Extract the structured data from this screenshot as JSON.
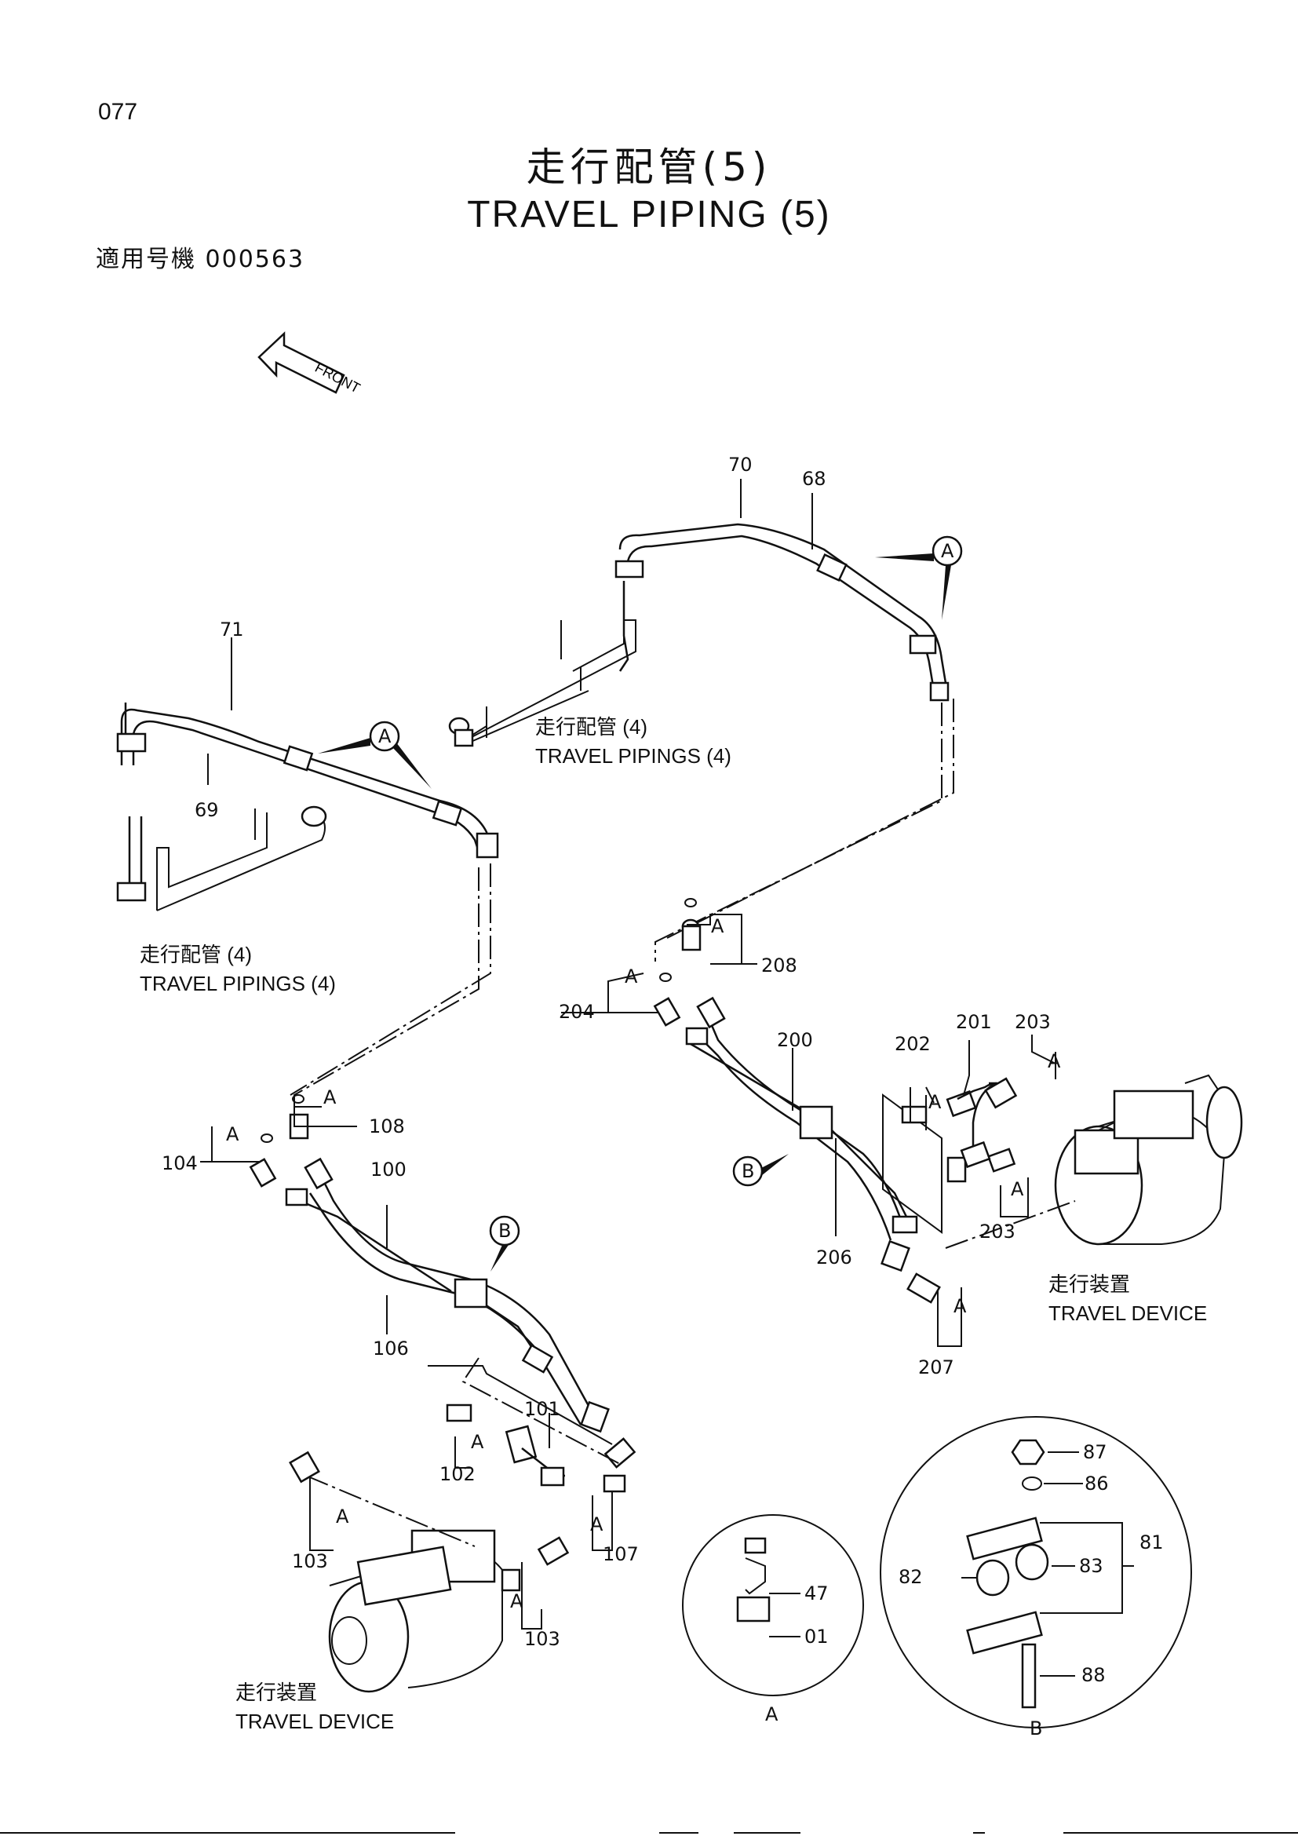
{
  "page_number": "077",
  "title_ja": "走行配管(5)",
  "title_en": "TRAVEL   PIPING (5)",
  "serial": "適用号機 000563",
  "front_label": "FRONT",
  "references": {
    "travel_pipings_4_ja": "走行配管 (4)",
    "travel_pipings_4_en": "TRAVEL PIPINGS (4)",
    "travel_device_ja": "走行装置",
    "travel_device_en": "TRAVEL DEVICE"
  },
  "callout_letters": {
    "a": "A",
    "b": "B"
  },
  "part_numbers": {
    "p70": "70",
    "p68": "68",
    "p71": "71",
    "p69": "69",
    "p208": "208",
    "p204": "204",
    "p200": "200",
    "p201": "201",
    "p202": "202",
    "p203a": "203",
    "p203b": "203",
    "p206": "206",
    "p207": "207",
    "p108": "108",
    "p104": "104",
    "p100": "100",
    "p106": "106",
    "p101": "101",
    "p102": "102",
    "p103a": "103",
    "p103b": "103",
    "p107": "107",
    "p47": "47",
    "p01": "01",
    "p87": "87",
    "p86": "86",
    "p81": "81",
    "p82": "82",
    "p83": "83",
    "p88": "88"
  },
  "detail_views": {
    "a": "A",
    "b": "B"
  }
}
